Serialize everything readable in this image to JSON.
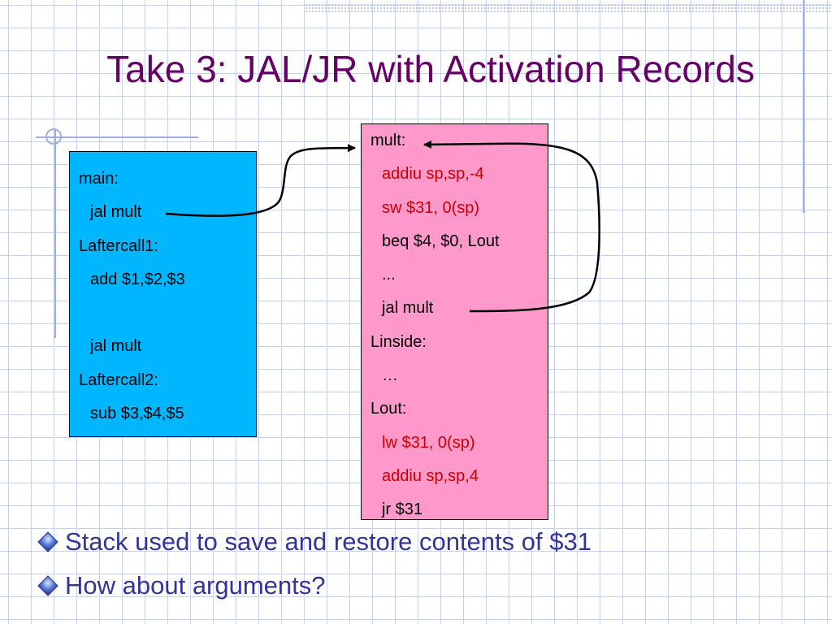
{
  "slide": {
    "title": "Take 3: JAL/JR with Activation Records",
    "accent_color": "#660066"
  },
  "main_block": {
    "background": "#00b7ff",
    "lines": [
      {
        "text": "main:"
      },
      {
        "text": "jal mult"
      },
      {
        "text": "Laftercall1:"
      },
      {
        "text": "add $1,$2,$3"
      },
      {
        "text": ""
      },
      {
        "text": "jal mult"
      },
      {
        "text": "Laftercall2:"
      },
      {
        "text": "sub $3,$4,$5"
      }
    ]
  },
  "mult_block": {
    "background": "#ff99cc",
    "highlight_color": "#cc0000",
    "lines": [
      {
        "text": "mult:"
      },
      {
        "text": "addiu sp,sp,-4"
      },
      {
        "text": "sw $31, 0(sp)"
      },
      {
        "text": "beq $4, $0, Lout"
      },
      {
        "text": "..."
      },
      {
        "text": "jal mult"
      },
      {
        "text": "Linside:"
      },
      {
        "text": "…"
      },
      {
        "text": "Lout:"
      },
      {
        "text": "lw $31, 0(sp)"
      },
      {
        "text": "addiu sp,sp,4"
      },
      {
        "text": "jr $31"
      }
    ]
  },
  "bullets": [
    {
      "text": "Stack used to save and restore contents of $31"
    },
    {
      "text": "How about arguments?"
    }
  ]
}
